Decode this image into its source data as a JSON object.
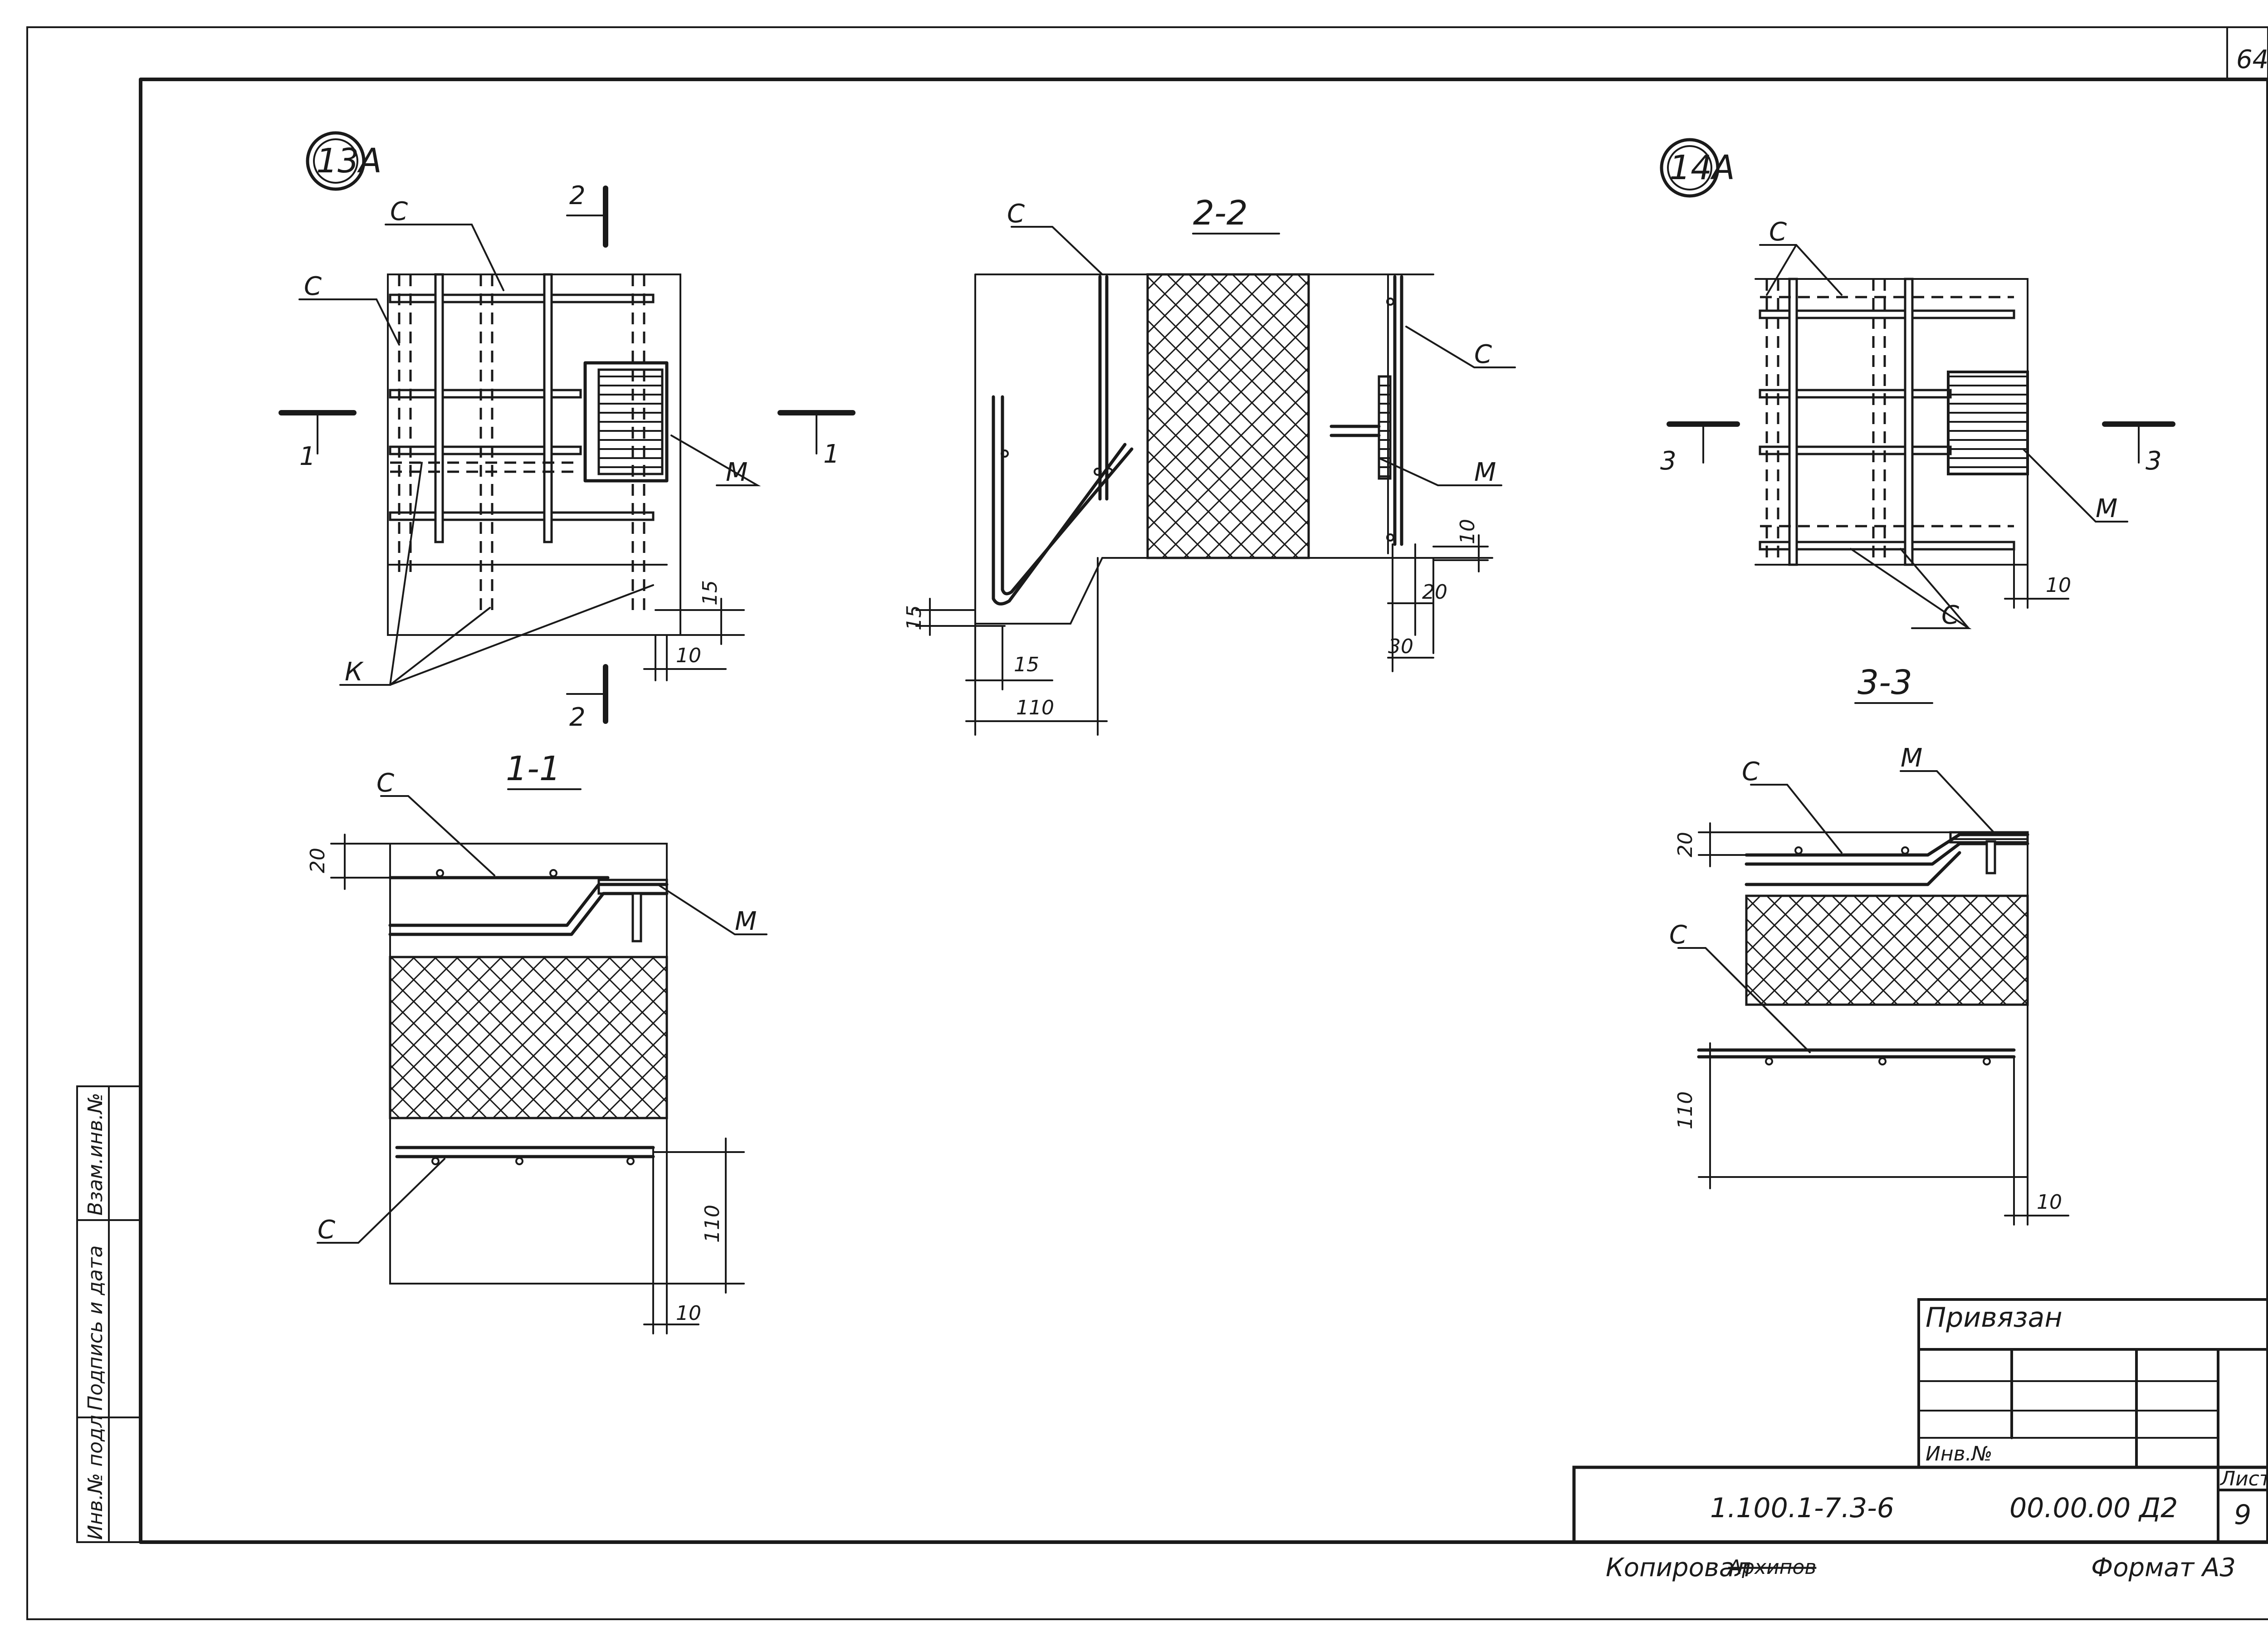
{
  "sheet": {
    "page_number": "64",
    "format": "Формат А3",
    "copied": "Копировал",
    "copied_sign": "Архипов",
    "side_stamp": [
      "Взам.инв.№",
      "Подпись и дата",
      "Инв.№ подл"
    ]
  },
  "title_block": {
    "tied": "Привязан",
    "inv": "Инв.№",
    "code": "1.100.1-7.3-6",
    "doc": "00.00.00 Д2",
    "sheet_label": "Лист",
    "sheet_no": "9"
  },
  "node13": {
    "badge": "13А",
    "label_c": "С",
    "label_m": "М",
    "label_k": "К",
    "cut1": "1",
    "cut2": "2",
    "dim15": "15",
    "dim10": "10"
  },
  "sec11": {
    "title": "1-1",
    "label_c": "С",
    "label_m": "М",
    "dim20": "20",
    "dim110": "110",
    "dim10": "10"
  },
  "sec22": {
    "title": "2-2",
    "label_c": "С",
    "label_m": "М",
    "dim15a": "15",
    "dim15b": "15",
    "dim110": "110",
    "dim10": "10",
    "dim20": "20",
    "dim30": "30"
  },
  "node14": {
    "badge": "14А",
    "label_c": "С",
    "label_m": "М",
    "cut3": "3",
    "dim10": "10"
  },
  "sec33": {
    "title": "3-3",
    "label_c": "С",
    "label_m": "М",
    "dim20": "20",
    "dim110": "110",
    "dim10": "10"
  }
}
